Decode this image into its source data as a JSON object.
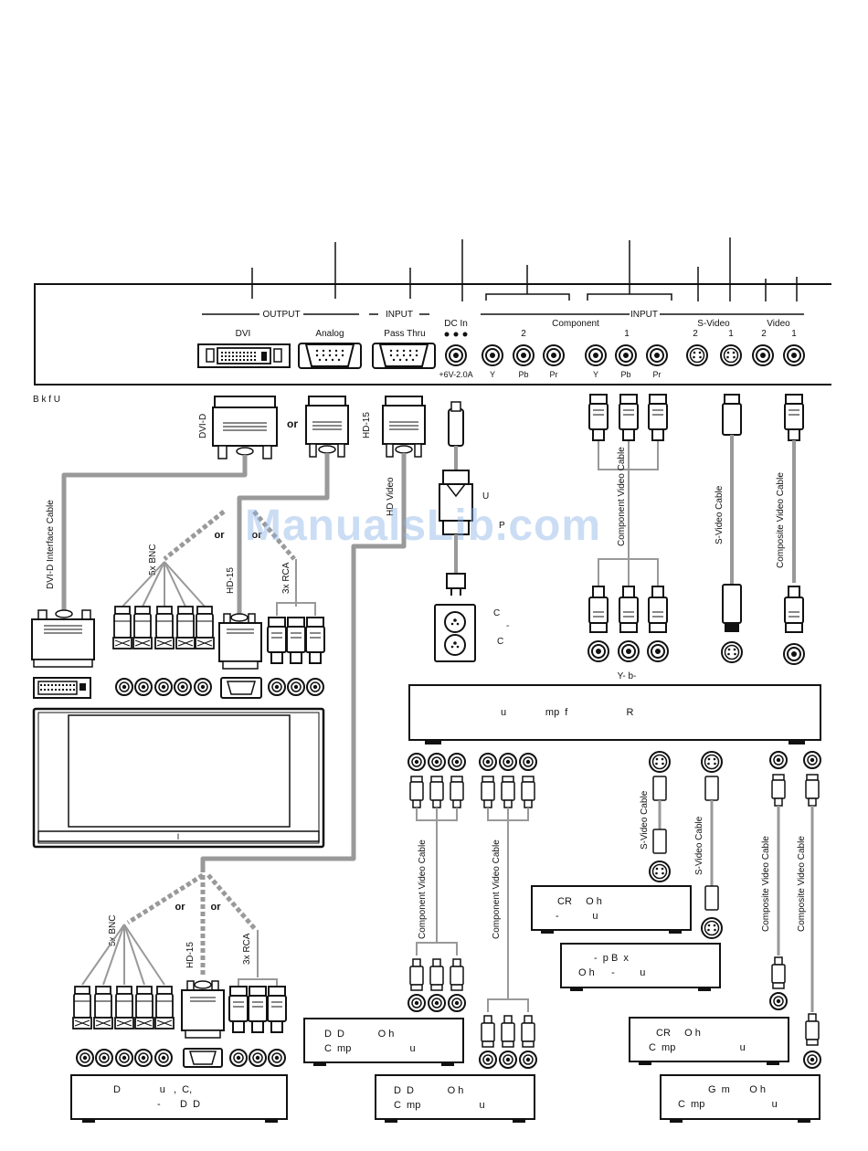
{
  "panel": {
    "output_label": "OUTPUT",
    "input_label": "INPUT",
    "dvi_label": "DVI",
    "analog_label": "Analog",
    "passthru_label": "Pass Thru",
    "dcin_label": "DC In",
    "dc_rating": "+6V-2.0A",
    "component_label": "Component",
    "input2_label": "INPUT",
    "comp2_num": "2",
    "comp1_num": "1",
    "svideo_label": "S-Video",
    "video_label": "Video",
    "sv2": "2",
    "sv1": "1",
    "v2": "2",
    "v1": "1",
    "jack_y": "Y",
    "jack_pb": "Pb",
    "jack_pr": "Pr"
  },
  "caption_left": "B   k  f U",
  "or_label": "or",
  "labels": {
    "dvid": "DVI-D",
    "hd15": "HD-15",
    "hd15_top": "HD-15",
    "hd_video": "HD Video",
    "dvid_cable": "DVI-D Interface Cable",
    "bnc5": "5x BNC",
    "rca3": "3x RCA",
    "comp_cable_top": "Component Video Cable",
    "svideo_cable_top": "S-Video Cable",
    "composite_cable_top": "Composite Video Cable",
    "adapter_u": "U",
    "adapter_p": "P",
    "outlet_c1": "C",
    "outlet_dash": "-",
    "outlet_c2": "C",
    "ypbpr": "Y-  b-",
    "comp_cable_a": "Component Video Cable",
    "comp_cable_b": "Component Video Cable",
    "svideo_a": "S-Video Cable",
    "svideo_b": "S-Video Cable",
    "composite_a": "Composite Video Cable",
    "composite_b": "Composite Video Cable",
    "display_mark": "I"
  },
  "boxes": {
    "receiver": "u              mp  f                     R",
    "box_a_l1": "CR     O h",
    "box_a_l2": "-            u",
    "box_b_l1": "-  p B  x",
    "box_b_l2": "O h      -         u",
    "box_c_l1": "D  D            O h",
    "box_c_l2": "C  mp                     u",
    "box_d_l1": "D  D            O h",
    "box_d_l2": "C  mp                     u",
    "box_e_l1": "D              u   ,  C,",
    "box_e_l2": "-       D  D",
    "box_f_l1": "CR     O h",
    "box_f_l2": "C  mp                       u",
    "box_g_l1": "G  m       O h",
    "box_g_l2": "C  mp                        u"
  },
  "watermark": "ManualsLib.com"
}
